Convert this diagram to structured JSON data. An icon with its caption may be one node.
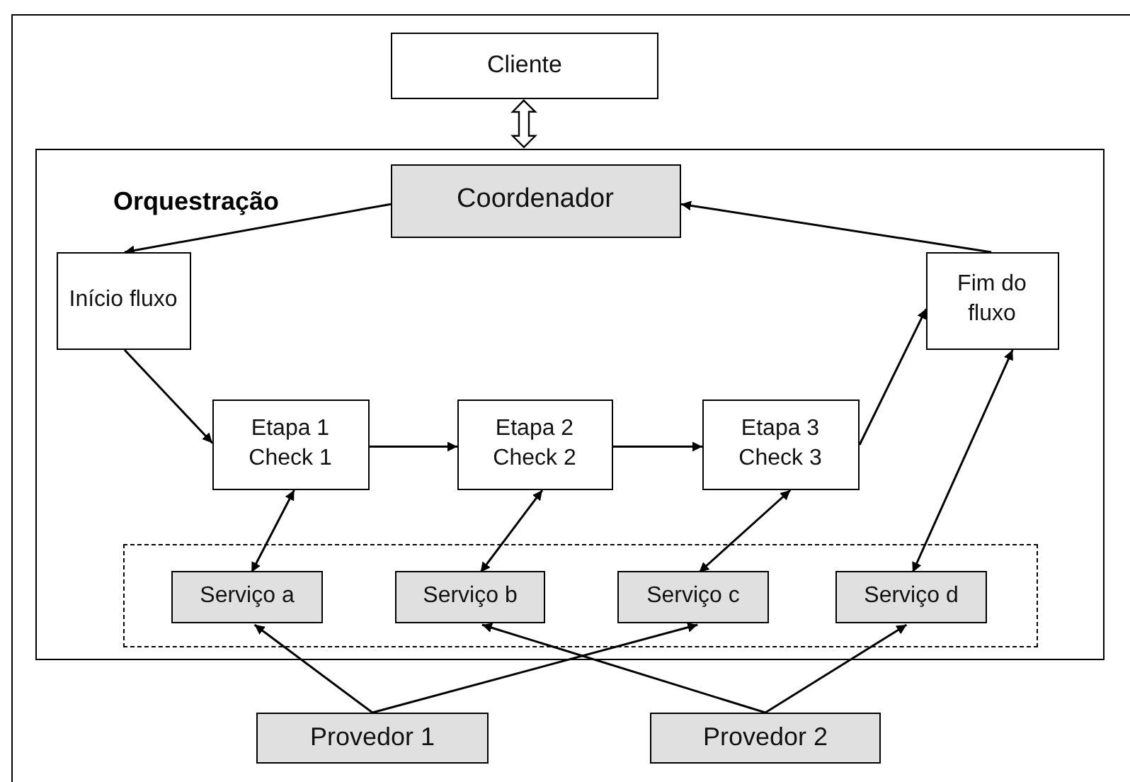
{
  "diagram": {
    "nodes": [
      {
        "text": [
          "Cliente"
        ]
      },
      {
        "text": [
          "Orquestração"
        ]
      },
      {
        "text": [
          "Coordenador"
        ],
        "in": 1
      },
      {
        "text": [
          "Início fluxo"
        ],
        "in": 1
      },
      {
        "text": [
          "Fim do fluxo"
        ],
        "in": 1
      },
      {
        "text": [
          "Etapa 1 Check 1"
        ],
        "in": 1
      },
      {
        "text": [
          "Etapa 2 Check 2"
        ],
        "in": 1
      },
      {
        "text": [
          "Etapa 3 Check 3"
        ],
        "in": 1
      },
      {
        "text": [],
        "shape": "box",
        "in": 1
      },
      {
        "text": [
          "Serviço a"
        ],
        "in": 8
      },
      {
        "text": [
          "Serviço b"
        ],
        "in": 8
      },
      {
        "text": [
          "Serviço c"
        ],
        "in": 8
      },
      {
        "text": [
          "Serviço d"
        ],
        "in": 8
      },
      {
        "text": [
          "Provedor 1"
        ]
      },
      {
        "text": [
          "Provedor 2"
        ]
      }
    ],
    "edges": [
      {
        "from": 0,
        "to": 1,
        "arrow": "both",
        "style": "thick"
      },
      {
        "from": 2,
        "to": 3,
        "arrow": "to"
      },
      {
        "from": 4,
        "to": 2,
        "arrow": "to"
      },
      {
        "from": 3,
        "to": 5,
        "arrow": "to"
      },
      {
        "from": 5,
        "to": 6,
        "arrow": "to"
      },
      {
        "from": 6,
        "to": 7,
        "arrow": "to"
      },
      {
        "from": 7,
        "to": 4,
        "arrow": "to"
      },
      {
        "from": 5,
        "to": 9,
        "arrow": "both"
      },
      {
        "from": 6,
        "to": 10,
        "arrow": "both"
      },
      {
        "from": 7,
        "to": 11,
        "arrow": "both"
      },
      {
        "from": 4,
        "to": 12,
        "arrow": "both"
      },
      {
        "from": 13,
        "to": 9,
        "arrow": "to"
      },
      {
        "from": 13,
        "to": 11,
        "arrow": "to"
      },
      {
        "from": 14,
        "to": 10,
        "arrow": "to"
      },
      {
        "from": 14,
        "to": 12,
        "arrow": "to"
      }
    ]
  }
}
